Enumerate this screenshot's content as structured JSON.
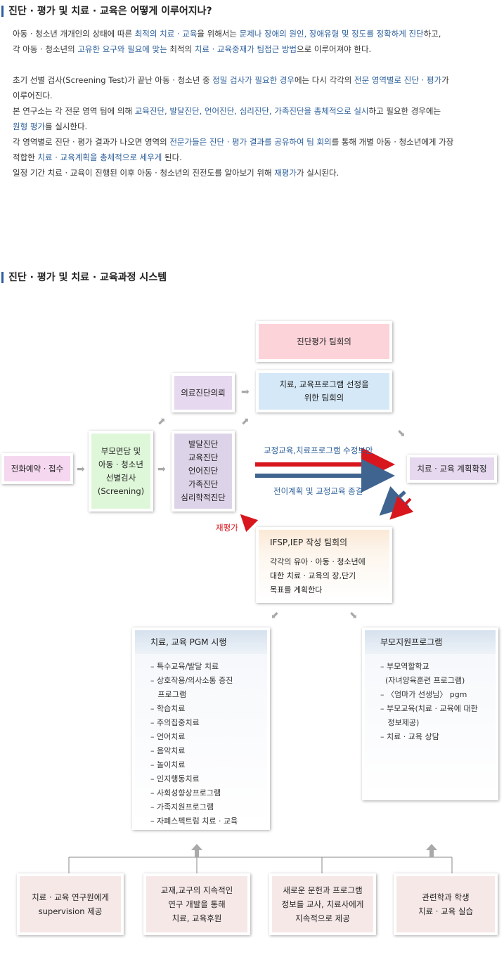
{
  "section1": {
    "title": "진단 · 평가 및 치료 · 교육은 어떻게 이루어지나?",
    "lines": [
      [
        {
          "t": "아동 · 청소년 개개인의 상태에 따른 "
        },
        {
          "t": "최적의 치료 · 교육",
          "h": true
        },
        {
          "t": "을 위해서는 "
        },
        {
          "t": "문제나 장애의 원인, 장애유형 및 정도를 정확하게 진단",
          "h": true
        },
        {
          "t": "하고,"
        }
      ],
      [
        {
          "t": "각 아동 · 청소년의 "
        },
        {
          "t": "고유한 요구와 필요에 맞는",
          "h": true
        },
        {
          "t": " 최적의 "
        },
        {
          "t": "치료 · 교육중재가 팀접근 방법",
          "h": true
        },
        {
          "t": "으로 이루어져야 한다."
        }
      ],
      [],
      [
        {
          "t": "초기 선별 검사(Screening Test)가 끝난 아동 · 청소년 중 "
        },
        {
          "t": "정밀 검사가 필요한 경우",
          "h": true
        },
        {
          "t": "에는 다시 각각의 "
        },
        {
          "t": "전문 영역별로 진단 · 평가",
          "h": true
        },
        {
          "t": "가"
        }
      ],
      [
        {
          "t": "이루어진다."
        }
      ],
      [
        {
          "t": "본 연구소는 각 전문 영역 팀에 의해 "
        },
        {
          "t": "교육진단, 발달진단, 언어진단, 심리진단, 가족진단을 총체적으로 실시",
          "h": true
        },
        {
          "t": "하고 필요한 경우에는"
        }
      ],
      [
        {
          "t": "원형 평가",
          "h": true
        },
        {
          "t": "를 실시한다."
        }
      ],
      [
        {
          "t": "각 영역별로 진단 · 평가 결과가 나오면 영역의 "
        },
        {
          "t": "전문가들은 진단 · 평가 결과를 공유하여 팀 회의",
          "h": true
        },
        {
          "t": "를 통해 개별 아동 · 청소년에게 가장"
        }
      ],
      [
        {
          "t": "적합한 "
        },
        {
          "t": "치료 · 교육계획을 총체적으로 세우게",
          "h": true
        },
        {
          "t": " 된다."
        }
      ],
      [
        {
          "t": "일정 기간 치료 · 교육이 진행된 이후 아동 · 청소년의 진전도를 알아보기 위해 "
        },
        {
          "t": "재평가",
          "h": true
        },
        {
          "t": "가 실시된다."
        }
      ]
    ]
  },
  "section2": {
    "title": "진단 · 평가 및 치료 · 교육과정 시스템"
  },
  "diagram": {
    "colors": {
      "pink": "#fcd3d8",
      "purple": "#e6d8ef",
      "green": "#dff7d9",
      "lavender": "#ddd3e8",
      "lightblue": "#d5e8f8",
      "red": "#d7161e",
      "blue": "#3f648f",
      "gray_arrow": "#a9a9a9"
    },
    "reception": "전화예약 · 접수",
    "screening": "부모면담 및\n아동 · 청소년\n선별검사\n(Screening)",
    "medical_consult": "의료진단의뢰",
    "diagnoses": "발달진단\n교육진단\n언어진단\n가족진단\n심리학적진단",
    "team_meeting_diag": "진단평가 팀회의",
    "team_meeting_select": "치료, 교육프로그램 선정을\n위한 팀회의",
    "plan_confirm": "치료 · 교육 계획확정",
    "label_revise": "교정교육,치료프로그램 수정보안",
    "label_end": "전이계획 및 교정교육 종결",
    "label_reeval": "재평가",
    "iep": {
      "title": "IFSP,IEP 작성 팀회의",
      "body": "각각의 유아 · 아동 · 청소년에\n대한 치료 · 교육의 장,단기\n목표를 계획한다"
    },
    "program": {
      "title": "치료, 교육 PGM 시행",
      "items": [
        "– 특수교육/발달 치료",
        "– 상호작용/의사소통 증진",
        "   프로그램",
        "– 학습치료",
        "– 주의집중치료",
        "– 언어치료",
        "– 음악치료",
        "– 놀이치료",
        "– 인지행동치료",
        "– 사회성향상프로그램",
        "– 가족지원프로그램",
        "– 자폐스펙트럼 치료 · 교육"
      ]
    },
    "parent": {
      "title": "부모지원프로그램",
      "items": [
        "– 부모역할학교",
        "  (자녀양육훈련 프로그램)",
        "– 〈엄마가 선생님〉 pgm",
        "– 부모교육(치료 · 교육에 대한",
        "   정보제공)",
        "– 치료 · 교육 상담"
      ]
    },
    "supports": [
      "치료 · 교육 연구원에게\nsupervision 제공",
      "교재,교구의 지속적인\n연구 개발을 통해\n치료, 교육후원",
      "새로운 문헌과 프로그램\n정보를 교사, 치료사에게\n지속적으로 제공",
      "관련학과 학생\n치료 · 교육 실습"
    ]
  }
}
